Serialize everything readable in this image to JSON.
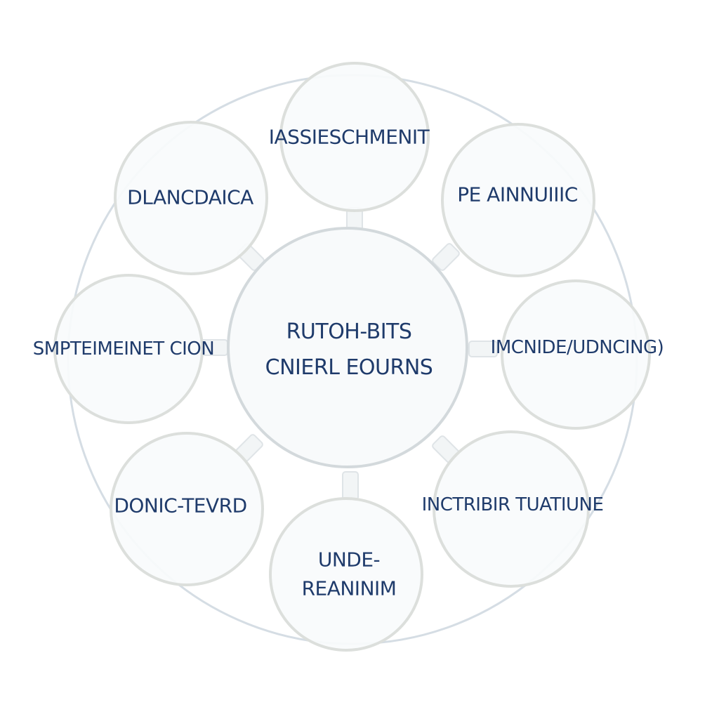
{
  "colors": {
    "ring": "#d5dde4",
    "node_stroke": "#dcdfdc",
    "node_fill": "#f9fbfc",
    "connector": "#e2e7ea",
    "text": "#1f3b6b"
  },
  "center": {
    "lines": [
      "RUTOH-BITS",
      "CNIERL EOURNS"
    ]
  },
  "nodes": {
    "top": {
      "lines": [
        "IASSIESCHMENIT"
      ]
    },
    "top_right": {
      "lines": [
        "PE AINNUIIIC"
      ]
    },
    "right": {
      "lines": [
        "IMCNIDE/UDNCING)"
      ]
    },
    "bottom_right": {
      "lines": [
        "INCTRIBIR TUATIUNE"
      ]
    },
    "bottom": {
      "lines": [
        "UNDE-",
        "REANINIM"
      ]
    },
    "bottom_left": {
      "lines": [
        "DONIC-TEVRD"
      ]
    },
    "left": {
      "lines": [
        "SMPTEIMEINET CION"
      ]
    },
    "top_left": {
      "lines": [
        "DLANCDAICA"
      ]
    }
  }
}
